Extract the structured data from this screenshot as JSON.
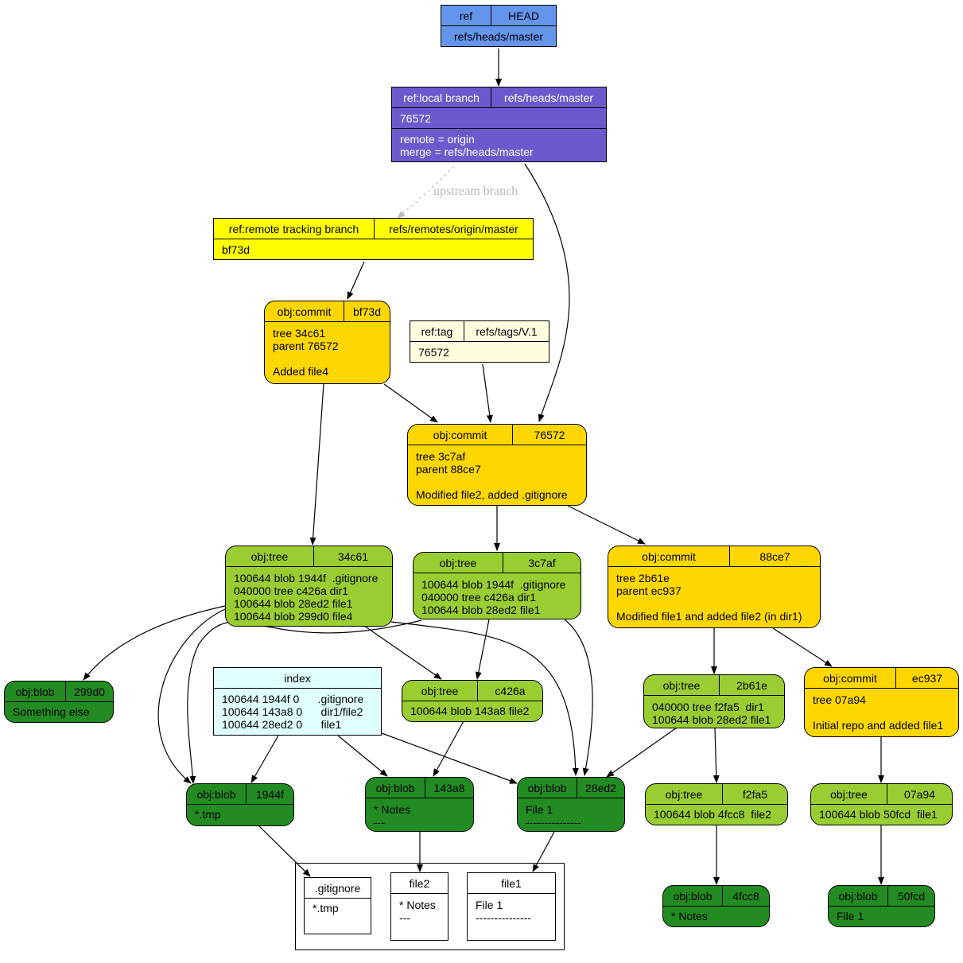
{
  "colors": {
    "head": "#6495ed",
    "local_branch": "#6a5acd",
    "remote_branch": "#ffff00",
    "commit": "#ffd700",
    "tag": "#ffffe0",
    "tree": "#9acd32",
    "blob": "#228b22",
    "index": "#e0ffff",
    "file": "#ffffff",
    "dotted_edge": "#bdbdbd"
  },
  "nodes": {
    "head": {
      "type": "ref",
      "name": "HEAD",
      "target": "refs/heads/master"
    },
    "local_branch": {
      "type": "ref:local branch",
      "name": "refs/heads/master",
      "hash": "76572",
      "config": "remote = origin\nmerge = refs/heads/master"
    },
    "remote_branch": {
      "type": "ref:remote tracking branch",
      "name": "refs/remotes/origin/master",
      "hash": "bf73d"
    },
    "tag": {
      "type": "ref:tag",
      "name": "refs/tags/V.1",
      "hash": "76572"
    },
    "commit_bf73d": {
      "type": "obj:commit",
      "hash": "bf73d",
      "body": "tree 34c61\nparent 76572\n\nAdded file4"
    },
    "commit_76572": {
      "type": "obj:commit",
      "hash": "76572",
      "body": "tree 3c7af\nparent 88ce7\n\nModified file2, added .gitignore"
    },
    "commit_88ce7": {
      "type": "obj:commit",
      "hash": "88ce7",
      "body": "tree 2b61e\nparent ec937\n\nModified file1 and added file2 (in dir1)"
    },
    "commit_ec937": {
      "type": "obj:commit",
      "hash": "ec937",
      "body": "tree 07a94\n\nInitial repo and added file1"
    },
    "tree_34c61": {
      "type": "obj:tree",
      "hash": "34c61",
      "body": "100644 blob 1944f  .gitignore\n040000 tree c426a dir1\n100644 blob 28ed2 file1\n100644 blob 299d0 file4"
    },
    "tree_3c7af": {
      "type": "obj:tree",
      "hash": "3c7af",
      "body": "100644 blob 1944f  .gitignore\n040000 tree c426a dir1\n100644 blob 28ed2 file1"
    },
    "tree_c426a": {
      "type": "obj:tree",
      "hash": "c426a",
      "body": "100644 blob 143a8 file2"
    },
    "tree_2b61e": {
      "type": "obj:tree",
      "hash": "2b61e",
      "body": "040000 tree f2fa5  dir1\n100644 blob 28ed2 file1"
    },
    "tree_f2fa5": {
      "type": "obj:tree",
      "hash": "f2fa5",
      "body": "100644 blob 4fcc8  file2"
    },
    "tree_07a94": {
      "type": "obj:tree",
      "hash": "07a94",
      "body": "100644 blob 50fcd  file1"
    },
    "index": {
      "title": "index",
      "body": "100644 1944f 0      .gitignore\n100644 143a8 0      dir1/file2\n100644 28ed2 0      file1"
    },
    "blob_299d0": {
      "type": "obj:blob",
      "hash": "299d0",
      "body": "Something else"
    },
    "blob_1944f": {
      "type": "obj:blob",
      "hash": "1944f",
      "body": "*.tmp"
    },
    "blob_143a8": {
      "type": "obj:blob",
      "hash": "143a8",
      "body": "* Notes\n---"
    },
    "blob_28ed2": {
      "type": "obj:blob",
      "hash": "28ed2",
      "body": "File 1\n---------------"
    },
    "blob_4fcc8": {
      "type": "obj:blob",
      "hash": "4fcc8",
      "body": "* Notes"
    },
    "blob_50fcd": {
      "type": "obj:blob",
      "hash": "50fcd",
      "body": "File 1"
    },
    "file_gitignore": {
      "name": ".gitignore",
      "body": "*.tmp"
    },
    "file_file2": {
      "name": "file2",
      "body": "* Notes\n---"
    },
    "file_file1": {
      "name": "file1",
      "body": "File 1\n---------------"
    }
  },
  "edge_labels": {
    "upstream": "upstream branch"
  }
}
